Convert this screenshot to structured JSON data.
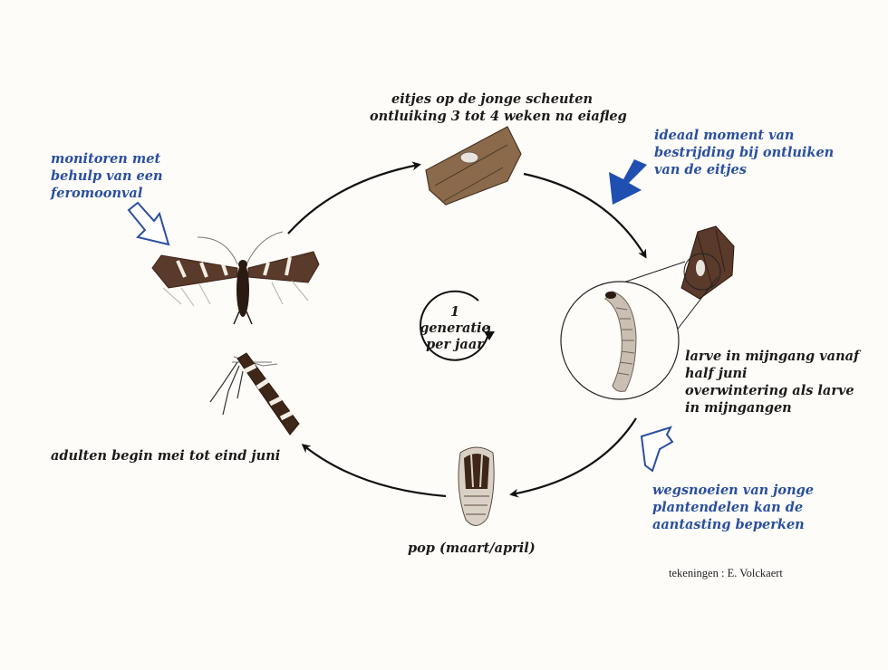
{
  "stages": {
    "eggs": [
      "eitjes op de jonge scheuten",
      "ontluiking 3 tot 4 weken na eiafleg"
    ],
    "larva": [
      "larve in mijngang vanaf",
      "half juni",
      "overwintering als larve",
      "in mijngangen"
    ],
    "pupa": [
      "pop (maart/april)"
    ],
    "adults": [
      "adulten begin mei tot eind juni"
    ]
  },
  "notes": {
    "monitoring": [
      "monitoren met",
      "behulp van een",
      "feromoonval"
    ],
    "control_moment": [
      "ideaal moment van",
      "bestrijding bij ontluiken",
      "van de eitjes"
    ],
    "pruning": [
      "wegsnoeien van jonge",
      "plantendelen kan de",
      "aantasting beperken"
    ]
  },
  "cycle": {
    "lines": [
      "1",
      "generatie",
      "per jaar"
    ]
  },
  "credit": "tekeningen : E. Volckaert",
  "colors": {
    "note_blue": "#2a4fa0",
    "arrow_blue": "#1f4fb0",
    "text": "#1c1a18"
  }
}
